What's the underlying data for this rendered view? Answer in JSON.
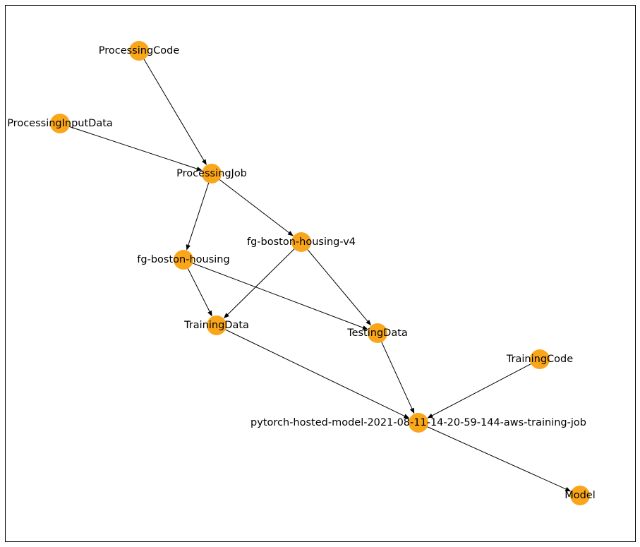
{
  "graph": {
    "node_color": "#faa61a",
    "edge_color": "#000000",
    "nodes": [
      {
        "id": "ProcessingCode",
        "label": "ProcessingCode"
      },
      {
        "id": "ProcessingInputData",
        "label": "ProcessingInputData"
      },
      {
        "id": "ProcessingJob",
        "label": "ProcessingJob"
      },
      {
        "id": "fg-boston-housing-v4",
        "label": "fg-boston-housing-v4"
      },
      {
        "id": "fg-boston-housing",
        "label": "fg-boston-housing"
      },
      {
        "id": "TrainingData",
        "label": "TrainingData"
      },
      {
        "id": "TestingData",
        "label": "TestingData"
      },
      {
        "id": "TrainingCode",
        "label": "TrainingCode"
      },
      {
        "id": "pytorch-hosted-model-2021-08-11-14-20-59-144-aws-training-job",
        "label": "pytorch-hosted-model-2021-08-11-14-20-59-144-aws-training-job"
      },
      {
        "id": "Model",
        "label": "Model"
      }
    ],
    "edges": [
      {
        "from": "ProcessingCode",
        "to": "ProcessingJob"
      },
      {
        "from": "ProcessingInputData",
        "to": "ProcessingJob"
      },
      {
        "from": "ProcessingJob",
        "to": "fg-boston-housing"
      },
      {
        "from": "ProcessingJob",
        "to": "fg-boston-housing-v4"
      },
      {
        "from": "fg-boston-housing",
        "to": "TrainingData"
      },
      {
        "from": "fg-boston-housing",
        "to": "TestingData"
      },
      {
        "from": "fg-boston-housing-v4",
        "to": "TrainingData"
      },
      {
        "from": "fg-boston-housing-v4",
        "to": "TestingData"
      },
      {
        "from": "TrainingData",
        "to": "pytorch-hosted-model-2021-08-11-14-20-59-144-aws-training-job"
      },
      {
        "from": "TestingData",
        "to": "pytorch-hosted-model-2021-08-11-14-20-59-144-aws-training-job"
      },
      {
        "from": "TrainingCode",
        "to": "pytorch-hosted-model-2021-08-11-14-20-59-144-aws-training-job"
      },
      {
        "from": "pytorch-hosted-model-2021-08-11-14-20-59-144-aws-training-job",
        "to": "Model"
      }
    ]
  }
}
